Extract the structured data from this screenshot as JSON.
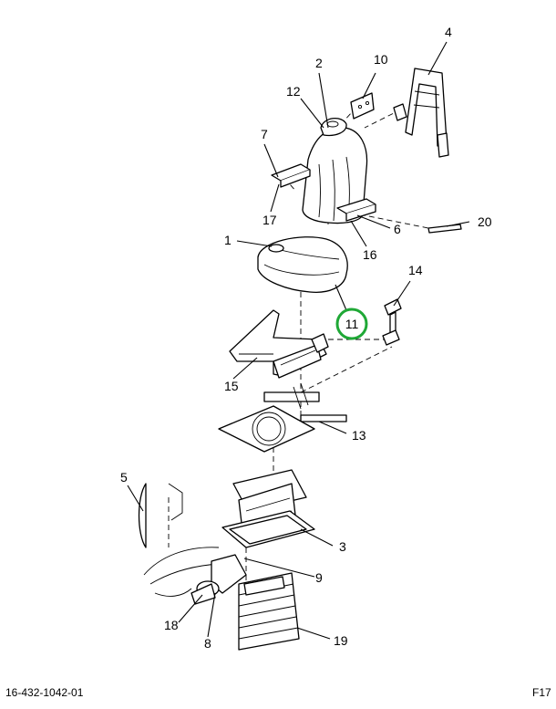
{
  "callouts": {
    "c1": "1",
    "c2": "2",
    "c3": "3",
    "c4": "4",
    "c5": "5",
    "c6": "6",
    "c7": "7",
    "c8": "8",
    "c9": "9",
    "c10": "10",
    "c11": "11",
    "c12": "12",
    "c13": "13",
    "c14": "14",
    "c15": "15",
    "c16": "16",
    "c17": "17",
    "c18": "18",
    "c19": "19",
    "c20": "20"
  },
  "highlight": {
    "callout": "11",
    "color": "#1fa836"
  },
  "footer": {
    "drawing_number": "16-432-1042-01",
    "figure_ref": "F17"
  }
}
